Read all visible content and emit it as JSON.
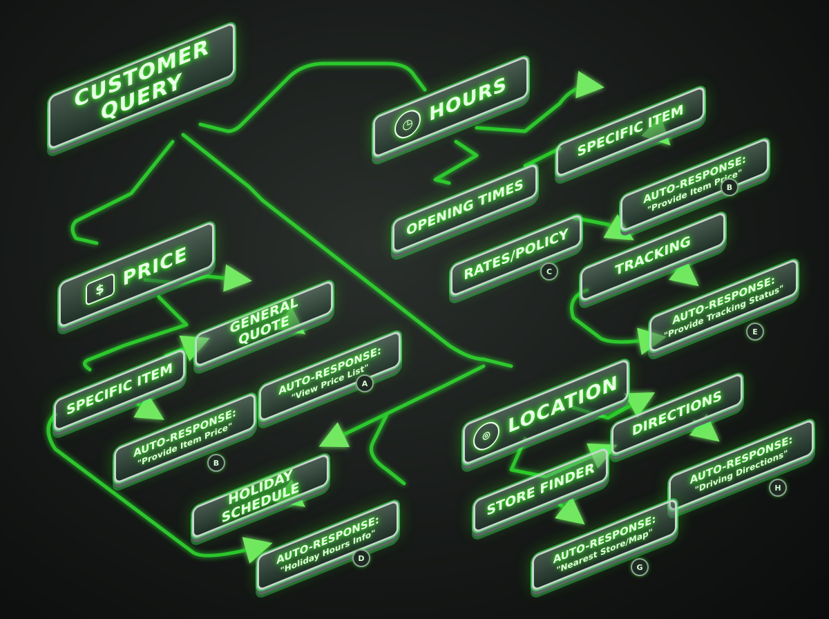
{
  "nodes": {
    "customer_query": [
      "CUSTOMER",
      "QUERY"
    ],
    "price": "PRICE",
    "hours": "HOURS",
    "location": "LOCATION",
    "price_general_quote": "GENERAL QUOTE",
    "price_auto_list": [
      "AUTO-RESPONSE:",
      "\"View Price List\""
    ],
    "price_specific_item": "SPECIFIC ITEM",
    "price_auto_item": [
      "AUTO-RESPONSE:",
      "\"Provide Item Price\""
    ],
    "holiday_schedule": "HOLIDAY SCHEDULE",
    "holiday_auto": [
      "AUTO-RESPONSE:",
      "\"Holiday Hours Info\""
    ],
    "hours_specific_item": "SPECIFIC ITEM",
    "hours_auto_item": [
      "AUTO-RESPONSE:",
      "\"Provide Item Price\""
    ],
    "opening_times": "OPENING TIMES",
    "rates_policy": "RATES/POLICY",
    "tracking": "TRACKING",
    "tracking_auto": [
      "AUTO-RESPONSE:",
      "\"Provide Tracking Status\""
    ],
    "directions": "DIRECTIONS",
    "directions_auto": [
      "AUTO-RESPONSE:",
      "\"Driving Directions\""
    ],
    "store_finder": "STORE FINDER",
    "store_auto": [
      "AUTO-RESPONSE:",
      "\"Nearest Store/Map\""
    ]
  },
  "tags": {
    "price_list": "A",
    "price_item": "B",
    "hours_item": "B",
    "rates": "C",
    "holiday": "D",
    "tracking": "E",
    "store": "G",
    "directions": "H"
  },
  "icons": {
    "price": "dollar-icon",
    "hours": "clock-icon",
    "location": "map-pin-icon"
  },
  "colors": {
    "glow": "#39ff14",
    "panel_border": "#c9d6cd",
    "background": "#171a18"
  }
}
